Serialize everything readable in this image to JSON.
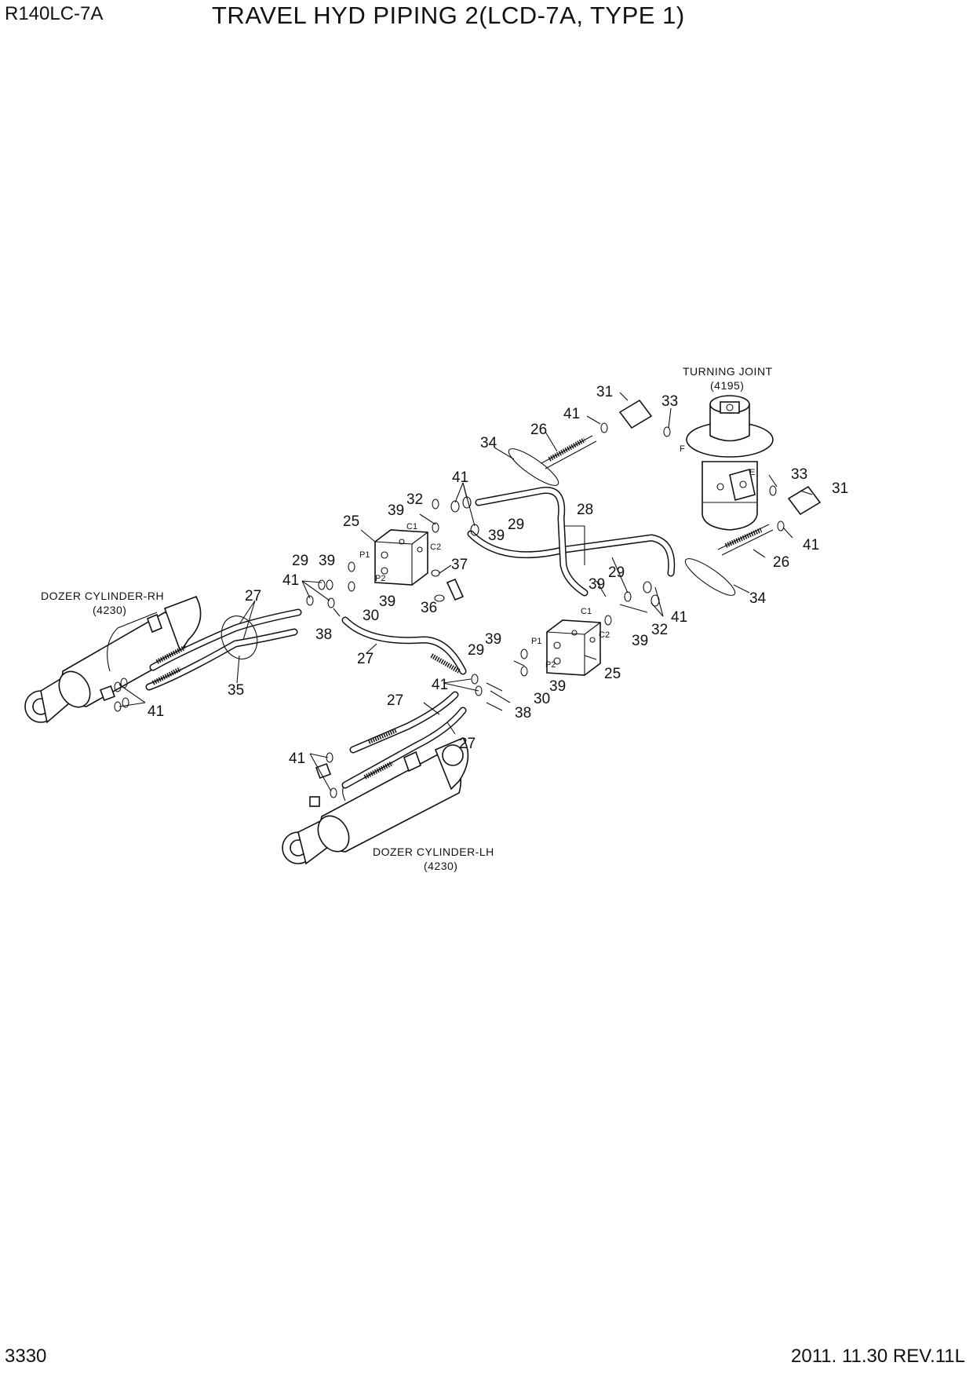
{
  "header": {
    "model": "R140LC-7A",
    "title": "TRAVEL HYD PIPING 2(LCD-7A, TYPE 1)"
  },
  "footer": {
    "page": "3330",
    "revision": "2011. 11.30  REV.11L"
  },
  "captions": {
    "turning_joint": "TURNING JOINT",
    "turning_joint_ref": "(4195)",
    "dozer_rh": "DOZER CYLINDER-RH",
    "dozer_rh_ref": "(4230)",
    "dozer_lh": "DOZER CYLINDER-LH",
    "dozer_lh_ref": "(4230)"
  },
  "port_labels": {
    "c1": "C1",
    "c2": "C2",
    "p1": "P1",
    "p2": "P2",
    "e": "E",
    "f": "F"
  },
  "callouts": {
    "n31a": "31",
    "n33a": "33",
    "n41a": "41",
    "n26a": "26",
    "n34a": "34",
    "n41b": "41",
    "n32a": "32",
    "n39a": "39",
    "n29a": "29",
    "n39b": "39",
    "n28": "28",
    "n25a": "25",
    "n37": "37",
    "n29b": "29",
    "n39c": "39",
    "n41c": "41",
    "n30a": "30",
    "n39d": "39",
    "n36": "36",
    "n27a": "27",
    "n38a": "38",
    "n27b": "27",
    "n35": "35",
    "n41d": "41",
    "n33b": "33",
    "n31b": "31",
    "n41e": "41",
    "n26b": "26",
    "n34b": "34",
    "n29c": "29",
    "n39e": "39",
    "n41f": "41",
    "n32b": "32",
    "n39f": "39",
    "n25b": "25",
    "n29d": "29",
    "n39g": "39",
    "n41g": "41",
    "n30b": "30",
    "n39h": "39",
    "n38b": "38",
    "n27c": "27",
    "n27d": "27",
    "n41h": "41"
  }
}
